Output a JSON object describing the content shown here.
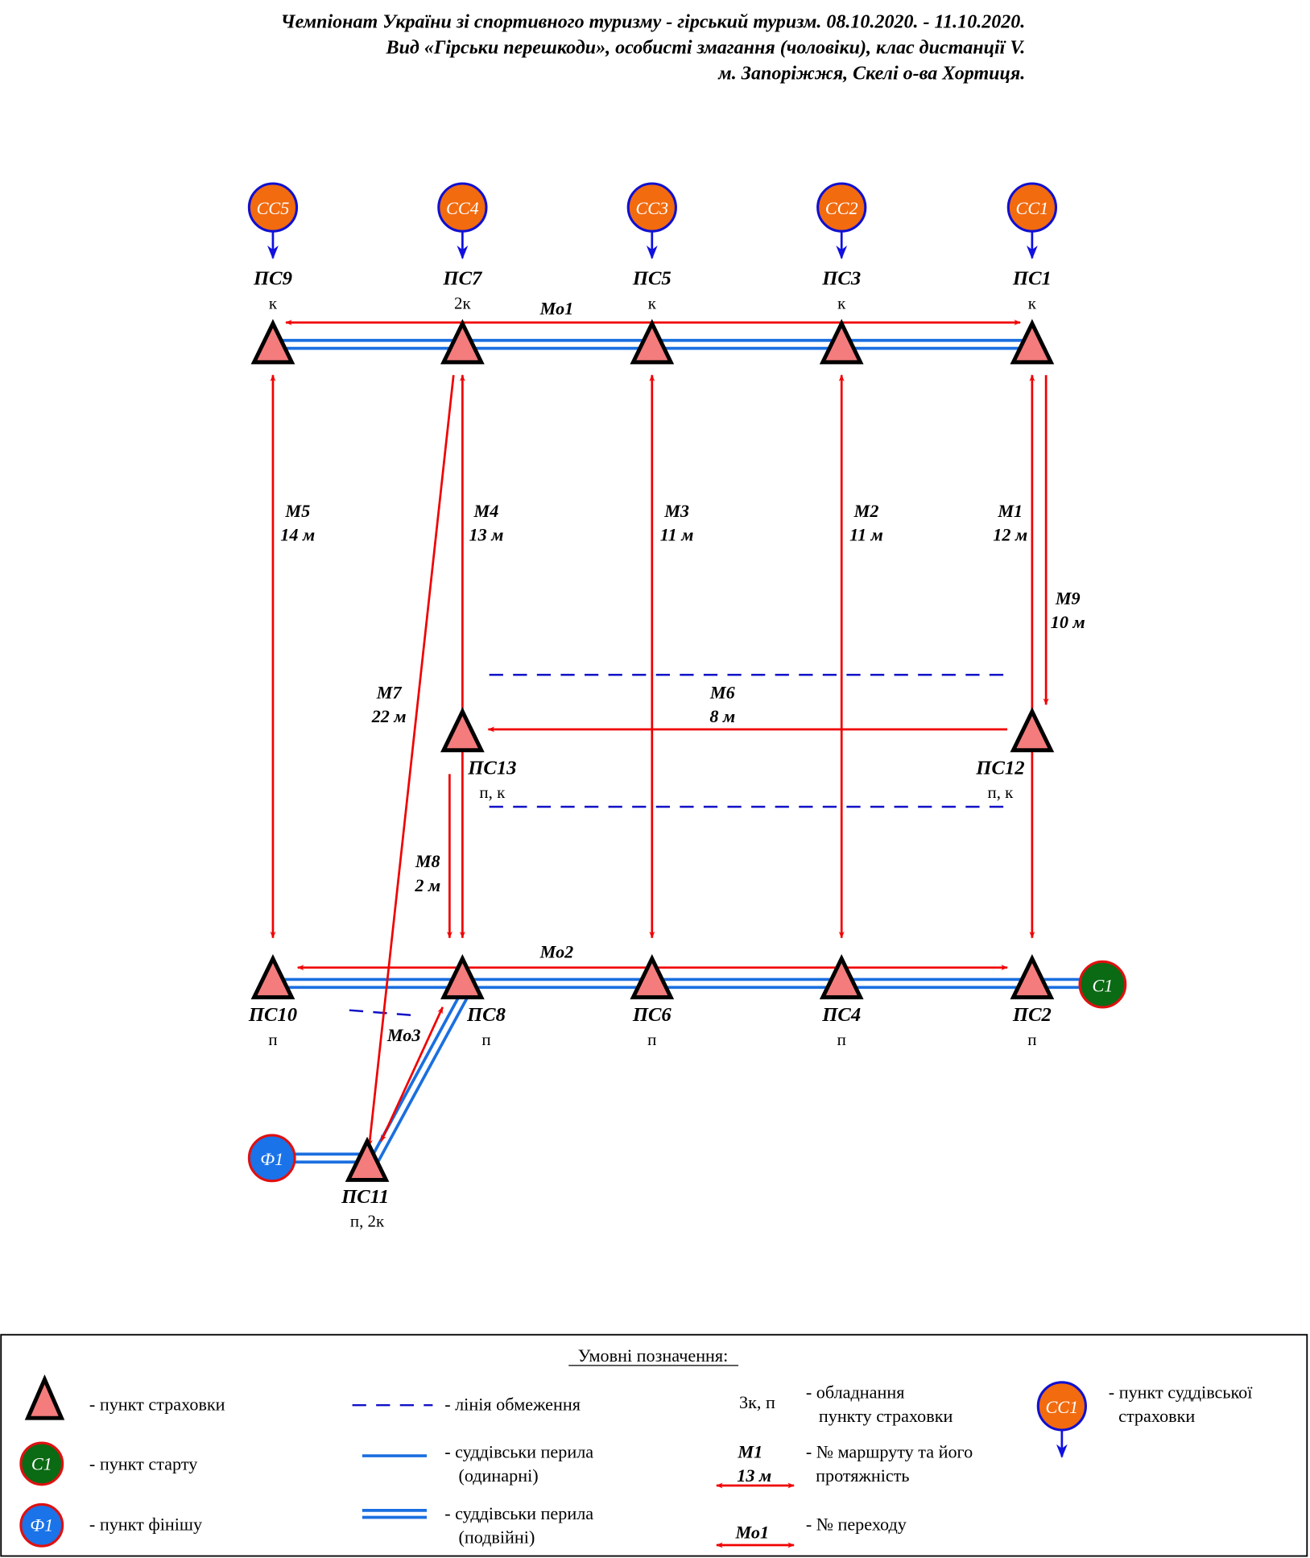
{
  "title": [
    "Чемпіонат України зі спортивного туризму - гірський туризм. 08.10.2020. - 11.10.2020.",
    "Вид «Гірськи перешкоди», особисті змагання (чоловіки), клас дистанції V.",
    "м. Запоріжжя, Скелі о-ва Хортиця."
  ],
  "judge_points": [
    "СС5",
    "СС4",
    "СС3",
    "СС2",
    "СС1"
  ],
  "top_row": [
    {
      "label": "ПС9",
      "equip": "к"
    },
    {
      "label": "ПС7",
      "equip": "2к"
    },
    {
      "label": "ПС5",
      "equip": "к"
    },
    {
      "label": "ПС3",
      "equip": "к"
    },
    {
      "label": "ПС1",
      "equip": "к"
    }
  ],
  "bottom_row": [
    {
      "label": "ПС10",
      "equip": "п"
    },
    {
      "label": "ПС8",
      "equip": "п"
    },
    {
      "label": "ПС6",
      "equip": "п"
    },
    {
      "label": "ПС4",
      "equip": "п"
    },
    {
      "label": "ПС2",
      "equip": "п"
    }
  ],
  "mid_points": {
    "ps13": {
      "label": "ПС13",
      "equip": "п, к"
    },
    "ps12": {
      "label": "ПС12",
      "equip": "п, к"
    },
    "ps11": {
      "label": "ПС11",
      "equip": "п, 2к"
    }
  },
  "start": "С1",
  "finish": "Ф1",
  "routes": {
    "m1": {
      "name": "М1",
      "length": "12 м"
    },
    "m2": {
      "name": "М2",
      "length": "11 м"
    },
    "m3": {
      "name": "М3",
      "length": "11 м"
    },
    "m4": {
      "name": "М4",
      "length": "13 м"
    },
    "m5": {
      "name": "М5",
      "length": "14 м"
    },
    "m6": {
      "name": "М6",
      "length": "8 м"
    },
    "m7": {
      "name": "М7",
      "length": "22 м"
    },
    "m8": {
      "name": "М8",
      "length": "2 м"
    },
    "m9": {
      "name": "М9",
      "length": "10 м"
    }
  },
  "crossings": {
    "mo1": "Мо1",
    "mo2": "Мо2",
    "mo3": "Мо3"
  },
  "legend": {
    "title": "Умовні позначення:",
    "belay_point": "- пункт страховки",
    "start_point": "- пункт старту",
    "start_sample": "С1",
    "finish_point": "- пункт фінішу",
    "finish_sample": "Ф1",
    "restriction_line": "- лінія обмеження",
    "single_rope": [
      "- суддівськи перила",
      "(одинарні)"
    ],
    "double_rope": [
      "- суддівськи перила",
      "(подвійні)"
    ],
    "equip_sample": "3к, п",
    "equip": [
      "- обладнання",
      "пункту страховки"
    ],
    "route_sample": [
      "М1",
      "13 м"
    ],
    "route": [
      "- № маршруту та його",
      "протяжність"
    ],
    "crossing_sample": "Мо1",
    "crossing": "- № переходу",
    "judge_sample": "СС1",
    "judge": [
      "- пункт суддівської",
      "страховки"
    ]
  },
  "colors": {
    "belay": "#f47c7c",
    "judge": "#f26b0f",
    "start": "#0b6a14",
    "finish": "#1a73e8",
    "route": "#f00000",
    "rope": "#1a6fe0"
  }
}
